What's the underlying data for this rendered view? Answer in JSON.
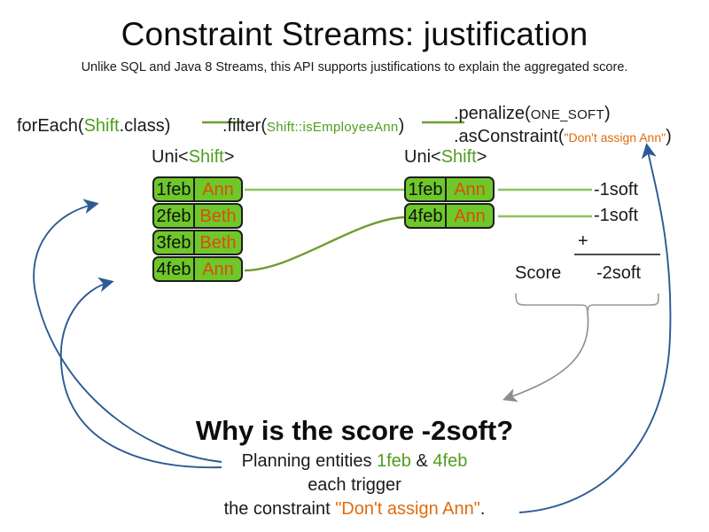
{
  "slide": {
    "title": "Constraint Streams: justification",
    "subtitle": "Unlike SQL and Java 8 Streams, this API supports justifications to explain the aggregated score."
  },
  "colors": {
    "accent_green": "#4f9e1f",
    "box_fill": "#6ec82a",
    "box_border": "#1e1e1e",
    "name_orange": "#df4c0c",
    "string_orange": "#df6c0c",
    "arrow_blue": "#2d5a93",
    "arrow_grey": "#8c8c8c",
    "connector_green": "#8cc45c"
  },
  "pipeline": {
    "for_each": {
      "call": "forEach(",
      "type": "Shift",
      "tail": ".class)"
    },
    "filter": {
      "call": ".filter(",
      "arg": "Shift::isEmployeeAnn",
      "tail": ")"
    },
    "penalize": {
      "call": ".penalize(",
      "arg": "ONE_SOFT",
      "tail": ")"
    },
    "as_constraint": {
      "call": ".asConstraint(",
      "arg": "\"Don't assign Ann\"",
      "tail": ")"
    }
  },
  "stream_types": {
    "left": {
      "prefix": "Uni<",
      "type": "Shift",
      "suffix": ">"
    },
    "right": {
      "prefix": "Uni<",
      "type": "Shift",
      "suffix": ">"
    }
  },
  "shifts_left": [
    {
      "date": "1feb",
      "employee": "Ann"
    },
    {
      "date": "2feb",
      "employee": "Beth"
    },
    {
      "date": "3feb",
      "employee": "Beth"
    },
    {
      "date": "4feb",
      "employee": "Ann"
    }
  ],
  "shifts_right": [
    {
      "date": "1feb",
      "employee": "Ann"
    },
    {
      "date": "4feb",
      "employee": "Ann"
    }
  ],
  "score": {
    "penalties": [
      "-1soft",
      "-1soft"
    ],
    "operator": "+",
    "label": "Score",
    "total": "-2soft"
  },
  "explanation": {
    "heading": "Why is the score -2soft?",
    "line1_prefix": "Planning entities ",
    "line1_entity_a": "1feb",
    "line1_amp": " & ",
    "line1_entity_b": "4feb",
    "line2": "each trigger",
    "line3_prefix": "the constraint ",
    "line3_constraint": "\"Don't assign Ann\"",
    "line3_suffix": "."
  }
}
